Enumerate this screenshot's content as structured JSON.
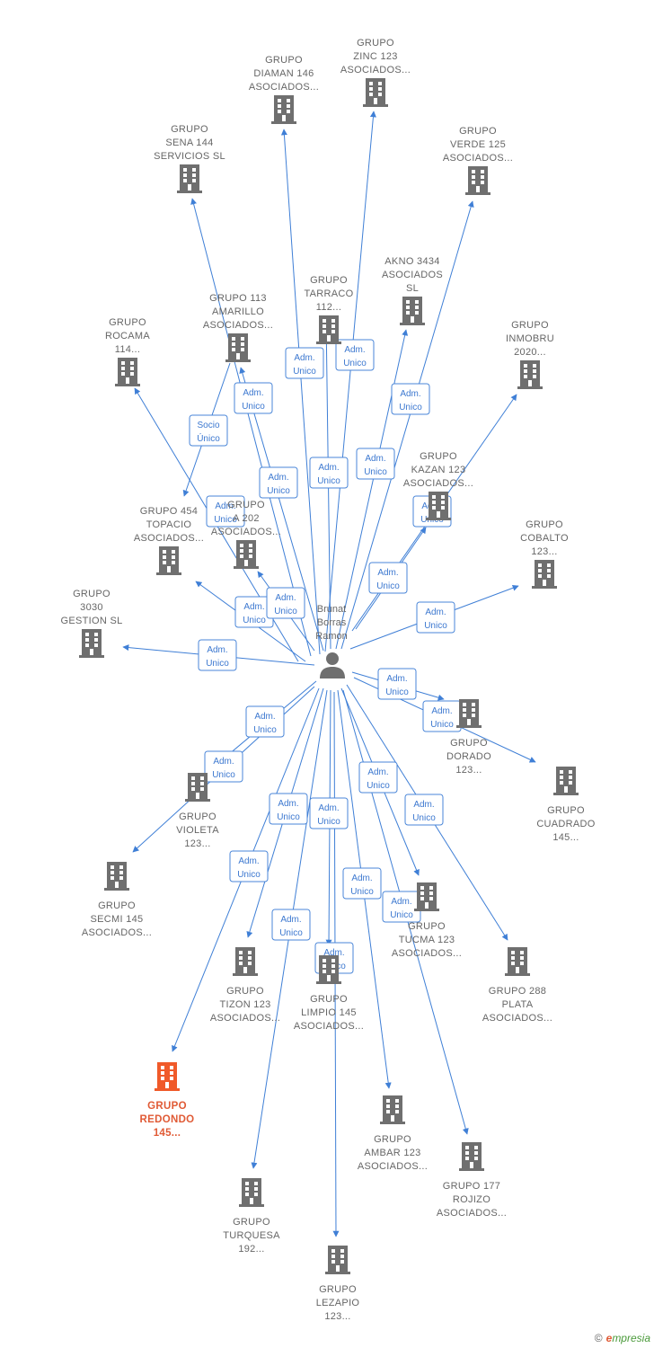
{
  "center": {
    "label": [
      "Brunat",
      "Borras",
      "Ramon"
    ]
  },
  "colors": {
    "edge": "#3f7fd6",
    "building": "#6f6f6f",
    "highlight": "#f05a2a"
  },
  "nodes": [
    {
      "id": "zinc",
      "label": [
        "GRUPO",
        "ZINC 123",
        "ASOCIADOS..."
      ]
    },
    {
      "id": "diaman",
      "label": [
        "GRUPO",
        "DIAMAN 146",
        "ASOCIADOS..."
      ]
    },
    {
      "id": "sena",
      "label": [
        "GRUPO",
        "SENA 144",
        "SERVICIOS SL"
      ]
    },
    {
      "id": "verde",
      "label": [
        "GRUPO",
        "VERDE 125",
        "ASOCIADOS..."
      ]
    },
    {
      "id": "akno",
      "label": [
        "AKNO 3434",
        "ASOCIADOS",
        "SL"
      ]
    },
    {
      "id": "tarraco",
      "label": [
        "GRUPO",
        "TARRACO",
        "112..."
      ]
    },
    {
      "id": "amarillo",
      "label": [
        "GRUPO 113",
        "AMARILLO",
        "ASOCIADOS..."
      ]
    },
    {
      "id": "rocama",
      "label": [
        "GRUPO",
        "ROCAMA",
        "114..."
      ]
    },
    {
      "id": "inmobru",
      "label": [
        "GRUPO",
        "INMOBRU",
        "2020..."
      ]
    },
    {
      "id": "kazan",
      "label": [
        "GRUPO",
        "KAZAN 123",
        "ASOCIADOS..."
      ]
    },
    {
      "id": "topacio",
      "label": [
        "GRUPO 454",
        "TOPACIO",
        "ASOCIADOS..."
      ]
    },
    {
      "id": "g202",
      "label": [
        "GRUPO",
        "A 202",
        "ASOCIADOS..."
      ]
    },
    {
      "id": "cobalto",
      "label": [
        "GRUPO",
        "COBALTO",
        "123..."
      ]
    },
    {
      "id": "g3030",
      "label": [
        "GRUPO",
        "3030",
        "GESTION SL"
      ]
    },
    {
      "id": "dorado",
      "label": [
        "GRUPO",
        "DORADO",
        "123..."
      ]
    },
    {
      "id": "cuadrado",
      "label": [
        "GRUPO",
        "CUADRADO",
        "145..."
      ]
    },
    {
      "id": "violeta",
      "label": [
        "GRUPO",
        "VIOLETA",
        "123..."
      ]
    },
    {
      "id": "secmi",
      "label": [
        "GRUPO",
        "SECMI 145",
        "ASOCIADOS..."
      ]
    },
    {
      "id": "tucma",
      "label": [
        "GRUPO",
        "TUCMA 123",
        "ASOCIADOS..."
      ]
    },
    {
      "id": "plata",
      "label": [
        "GRUPO 288",
        "PLATA",
        "ASOCIADOS..."
      ]
    },
    {
      "id": "tizon",
      "label": [
        "GRUPO",
        "TIZON 123",
        "ASOCIADOS..."
      ]
    },
    {
      "id": "limpio",
      "label": [
        "GRUPO",
        "LIMPIO 145",
        "ASOCIADOS..."
      ]
    },
    {
      "id": "redondo",
      "label": [
        "GRUPO",
        "REDONDO",
        "145..."
      ],
      "highlight": true
    },
    {
      "id": "ambar",
      "label": [
        "GRUPO",
        "AMBAR 123",
        "ASOCIADOS..."
      ]
    },
    {
      "id": "rojizo",
      "label": [
        "GRUPO 177",
        "ROJIZO",
        "ASOCIADOS..."
      ]
    },
    {
      "id": "turquesa",
      "label": [
        "GRUPO",
        "TURQUESA",
        "192..."
      ]
    },
    {
      "id": "lezapio",
      "label": [
        "GRUPO",
        "LEZAPIO",
        "123..."
      ]
    }
  ],
  "edges": [
    {
      "to": "zinc",
      "role": [
        "Adm.",
        "Unico"
      ]
    },
    {
      "to": "diaman",
      "role": [
        "Adm.",
        "Unico"
      ]
    },
    {
      "to": "sena",
      "role": [
        "Adm.",
        "Unico"
      ]
    },
    {
      "to": "verde",
      "role": [
        "Adm.",
        "Unico"
      ]
    },
    {
      "to": "akno",
      "role": [
        "Adm.",
        "Unico"
      ]
    },
    {
      "to": "tarraco",
      "role": [
        "Adm.",
        "Unico"
      ]
    },
    {
      "to": "amarillo",
      "role": [
        "Adm.",
        "Unico"
      ]
    },
    {
      "to": "rocama",
      "role": [
        "Adm.",
        "Unico"
      ]
    },
    {
      "to": "inmobru",
      "role": [
        "Adm.",
        "Unico"
      ]
    },
    {
      "to": "kazan",
      "role": [
        "Adm.",
        "Unico"
      ]
    },
    {
      "to": "topacio",
      "role": [
        "Adm.",
        "Unico"
      ]
    },
    {
      "to": "g202",
      "role": [
        "Adm.",
        "Unico"
      ]
    },
    {
      "to": "cobalto",
      "role": [
        "Adm.",
        "Unico"
      ]
    },
    {
      "to": "g3030",
      "role": [
        "Adm.",
        "Unico"
      ]
    },
    {
      "to": "dorado",
      "role": [
        "Adm.",
        "Unico"
      ]
    },
    {
      "to": "cuadrado",
      "role": [
        "Adm.",
        "Unico"
      ]
    },
    {
      "to": "violeta",
      "role": [
        "Adm.",
        "Unico"
      ]
    },
    {
      "to": "secmi",
      "role": [
        "Adm.",
        "Unico"
      ]
    },
    {
      "to": "tucma",
      "role": [
        "Adm.",
        "Unico"
      ]
    },
    {
      "to": "plata",
      "role": [
        "Adm.",
        "Unico"
      ]
    },
    {
      "to": "tizon",
      "role": [
        "Adm.",
        "Unico"
      ]
    },
    {
      "to": "limpio",
      "role": [
        "Adm.",
        "Unico"
      ]
    },
    {
      "to": "redondo",
      "role": [
        "Adm.",
        "Unico"
      ]
    },
    {
      "to": "ambar",
      "role": [
        "Adm.",
        "Unico"
      ]
    },
    {
      "to": "rojizo",
      "role": [
        "Adm.",
        "Unico"
      ]
    },
    {
      "to": "turquesa",
      "role": [
        "Adm.",
        "Unico"
      ]
    },
    {
      "to": "lezapio",
      "role": [
        "Adm.",
        "Unico"
      ]
    },
    {
      "from": "amarillo",
      "to": "topacio",
      "role": [
        "Socio",
        "Único"
      ]
    }
  ],
  "branding": {
    "copyright": "©",
    "name_initial": "e",
    "name_rest": "mpresia"
  }
}
